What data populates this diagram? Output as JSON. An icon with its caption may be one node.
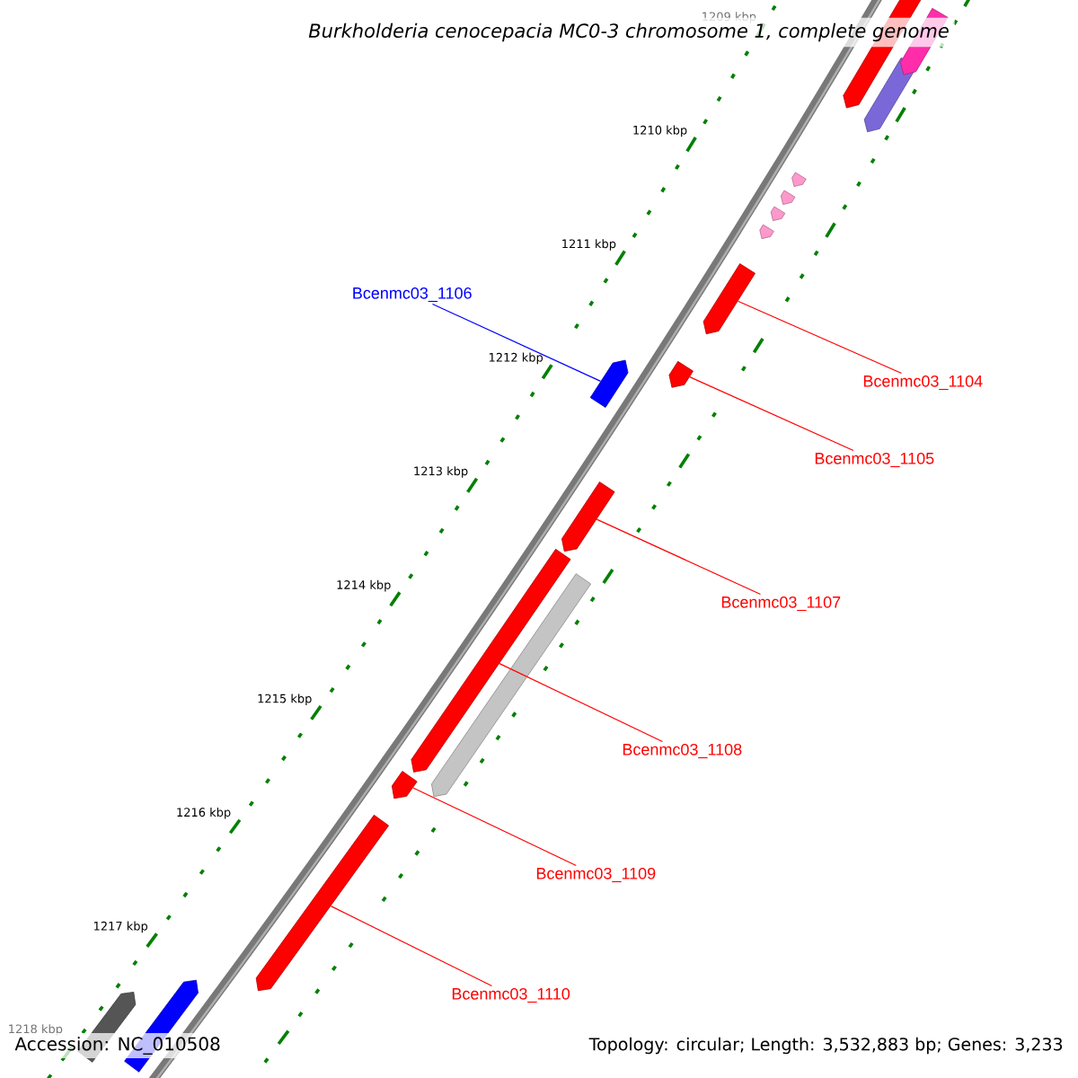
{
  "diagram": {
    "title": "Burkholderia cenocepacia MC0-3 chromosome 1, complete genome",
    "nodes": [
      {
        "text": [
          "Bcenmc03_1106"
        ]
      },
      {
        "text": [],
        "shape": "arrow"
      },
      {
        "text": [
          "Bcenmc03_1104"
        ]
      },
      {
        "text": [],
        "shape": "arrow"
      },
      {
        "text": [
          "Bcenmc03_1105"
        ]
      },
      {
        "text": [],
        "shape": "arrow"
      },
      {
        "text": [
          "Bcenmc03_1107"
        ]
      },
      {
        "text": [],
        "shape": "arrow"
      },
      {
        "text": [
          "Bcenmc03_1108"
        ]
      },
      {
        "text": [],
        "shape": "arrow"
      },
      {
        "text": [
          "Bcenmc03_1109"
        ]
      },
      {
        "text": [],
        "shape": "arrow"
      },
      {
        "text": [
          "Bcenmc03_1110"
        ]
      },
      {
        "text": [],
        "shape": "arrow"
      },
      {
        "text": [],
        "shape": "arrow"
      }
    ],
    "edges": [
      {
        "from": 0,
        "to": 1,
        "arrow": "none",
        "color": "#0000ff"
      },
      {
        "from": 2,
        "to": 3,
        "arrow": "none"
      },
      {
        "from": 4,
        "to": 5,
        "arrow": "none"
      },
      {
        "from": 6,
        "to": 7,
        "arrow": "none"
      },
      {
        "from": 8,
        "to": 9,
        "arrow": "none"
      },
      {
        "from": 10,
        "to": 11,
        "arrow": "none"
      },
      {
        "from": 12,
        "to": 13,
        "arrow": "none"
      }
    ],
    "labels": [
      "1209 kbp",
      "1210 kbp",
      "1211 kbp",
      "1212 kbp",
      "1213 kbp",
      "1214 kbp",
      "1215 kbp",
      "1216 kbp",
      "1217 kbp",
      "1218 kbp",
      "Accession: NC_010508",
      "Topology: circular; Length: 3,532,883 bp; Genes: 3,233"
    ]
  }
}
